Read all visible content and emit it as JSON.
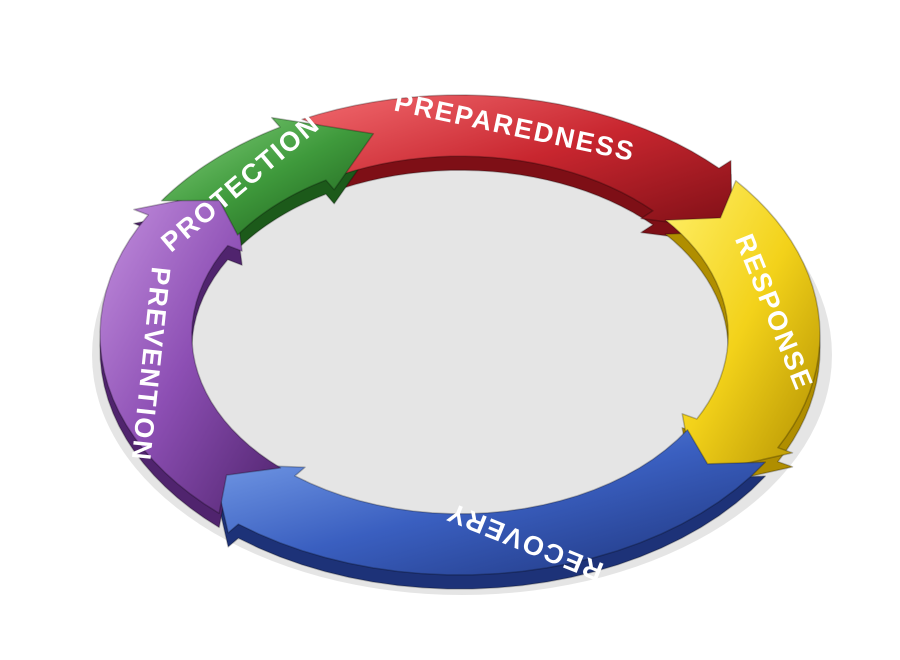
{
  "diagram": {
    "type": "cycle",
    "stages": [
      {
        "id": "preparedness",
        "label": "PREPAREDNESS",
        "color": "#c8262f",
        "light": "#f26a6f",
        "dark": "#7e0f16"
      },
      {
        "id": "response",
        "label": "RESPONSE",
        "color": "#f3d21a",
        "light": "#fff06a",
        "dark": "#b08e00"
      },
      {
        "id": "recovery",
        "label": "RECOVERY",
        "color": "#3a5fc0",
        "light": "#7fa6ee",
        "dark": "#1d3278"
      },
      {
        "id": "prevention",
        "label": "PREVENTION",
        "color": "#8d4fb4",
        "light": "#c592e0",
        "dark": "#50246e"
      },
      {
        "id": "protection",
        "label": "PROTECTION",
        "color": "#3f9a3c",
        "light": "#86d27f",
        "dark": "#1c5a1a"
      }
    ]
  }
}
